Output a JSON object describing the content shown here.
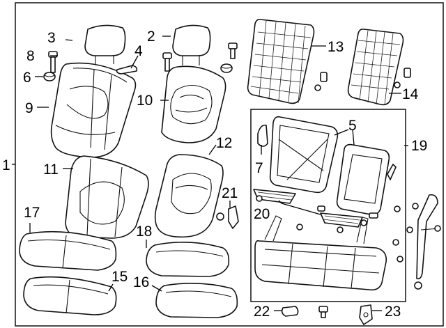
{
  "callouts": [
    {
      "id": "1",
      "text": "1"
    },
    {
      "id": "2",
      "text": "2"
    },
    {
      "id": "3",
      "text": "3"
    },
    {
      "id": "4",
      "text": "4"
    },
    {
      "id": "5",
      "text": "5"
    },
    {
      "id": "6",
      "text": "6"
    },
    {
      "id": "7",
      "text": "7"
    },
    {
      "id": "8",
      "text": "8"
    },
    {
      "id": "9",
      "text": "9"
    },
    {
      "id": "10",
      "text": "10"
    },
    {
      "id": "11",
      "text": "11"
    },
    {
      "id": "12",
      "text": "12"
    },
    {
      "id": "13",
      "text": "13"
    },
    {
      "id": "14",
      "text": "14"
    },
    {
      "id": "15",
      "text": "15"
    },
    {
      "id": "16",
      "text": "16"
    },
    {
      "id": "17",
      "text": "17"
    },
    {
      "id": "18",
      "text": "18"
    },
    {
      "id": "19",
      "text": "19"
    },
    {
      "id": "20",
      "text": "20"
    },
    {
      "id": "21",
      "text": "21"
    },
    {
      "id": "22",
      "text": "22"
    },
    {
      "id": "23",
      "text": "23"
    }
  ],
  "colors": {
    "line": "#111111",
    "fill": "#ffffff",
    "background": "#ffffff"
  }
}
